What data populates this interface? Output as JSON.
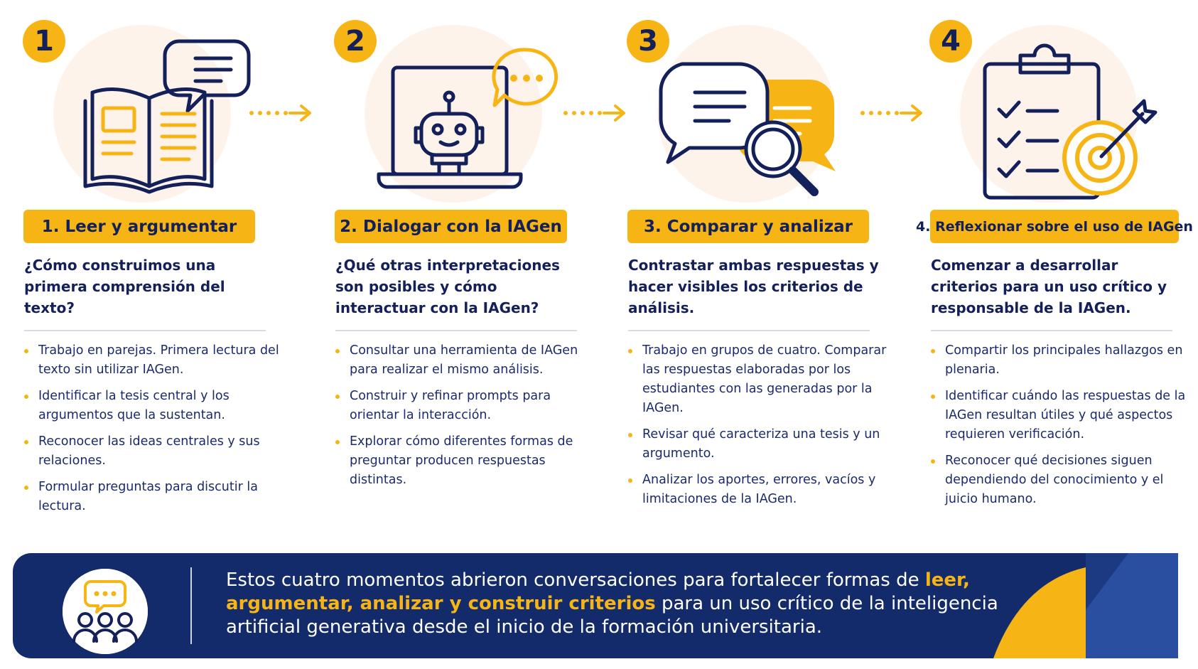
{
  "steps": [
    {
      "number": "1",
      "title": "1. Leer y argumentar",
      "question": "¿Cómo construimos una primera comprensión del texto?",
      "bullets": [
        "Trabajo en parejas. Primera lectura del texto sin utilizar IAGen.",
        "Identificar la tesis central y los argumentos que la sustentan.",
        "Reconocer las ideas centrales y sus relaciones.",
        "Formular preguntas para discutir la lectura."
      ]
    },
    {
      "number": "2",
      "title": "2. Dialogar con la IAGen",
      "question": "¿Qué otras interpretaciones son posibles y cómo interactuar con la IAGen?",
      "bullets": [
        "Consultar una herramienta de IAGen para realizar el mismo análisis.",
        "Construir y refinar prompts para orientar la interacción.",
        "Explorar cómo diferentes formas de preguntar producen respuestas distintas."
      ]
    },
    {
      "number": "3",
      "title": "3. Comparar y analizar",
      "question": "Contrastar ambas respuestas y hacer visibles los criterios de análisis.",
      "bullets": [
        "Trabajo en grupos de cuatro. Comparar las respuestas elaboradas por los estudiantes con las generadas por la IAGen.",
        "Revisar qué caracteriza una tesis y un argumento.",
        "Analizar los aportes, errores, vacíos y limitaciones de la IAGen."
      ]
    },
    {
      "number": "4",
      "title": "4. Reflexionar sobre el uso de IAGen",
      "question": "Comenzar a desarrollar criterios para un uso crítico y responsable de la IAGen.",
      "bullets": [
        "Compartir los principales hallazgos en plenaria.",
        "Identificar cuándo las respuestas de la IAGen resultan útiles y qué aspectos requieren verificación.",
        "Reconocer qué decisiones siguen dependiendo del conocimiento y el juicio humano."
      ]
    }
  ],
  "banner": {
    "text_before": "Estos cuatro momentos abrieron conversaciones para fortalecer formas de ",
    "text_highlight": "leer, argumentar, analizar y construir criterios",
    "text_after": " para un uso crítico de la inteligencia artificial generativa desde el inicio de la formación universitaria."
  },
  "colors": {
    "accent": "#f7b515",
    "navy": "#142b6b",
    "halo": "#fdf3ea"
  },
  "icons": [
    "open-book-icon",
    "speech-bubble-icon",
    "laptop-robot-icon",
    "chat-bubbles-magnifier-icon",
    "clipboard-target-icon",
    "group-chat-icon"
  ]
}
